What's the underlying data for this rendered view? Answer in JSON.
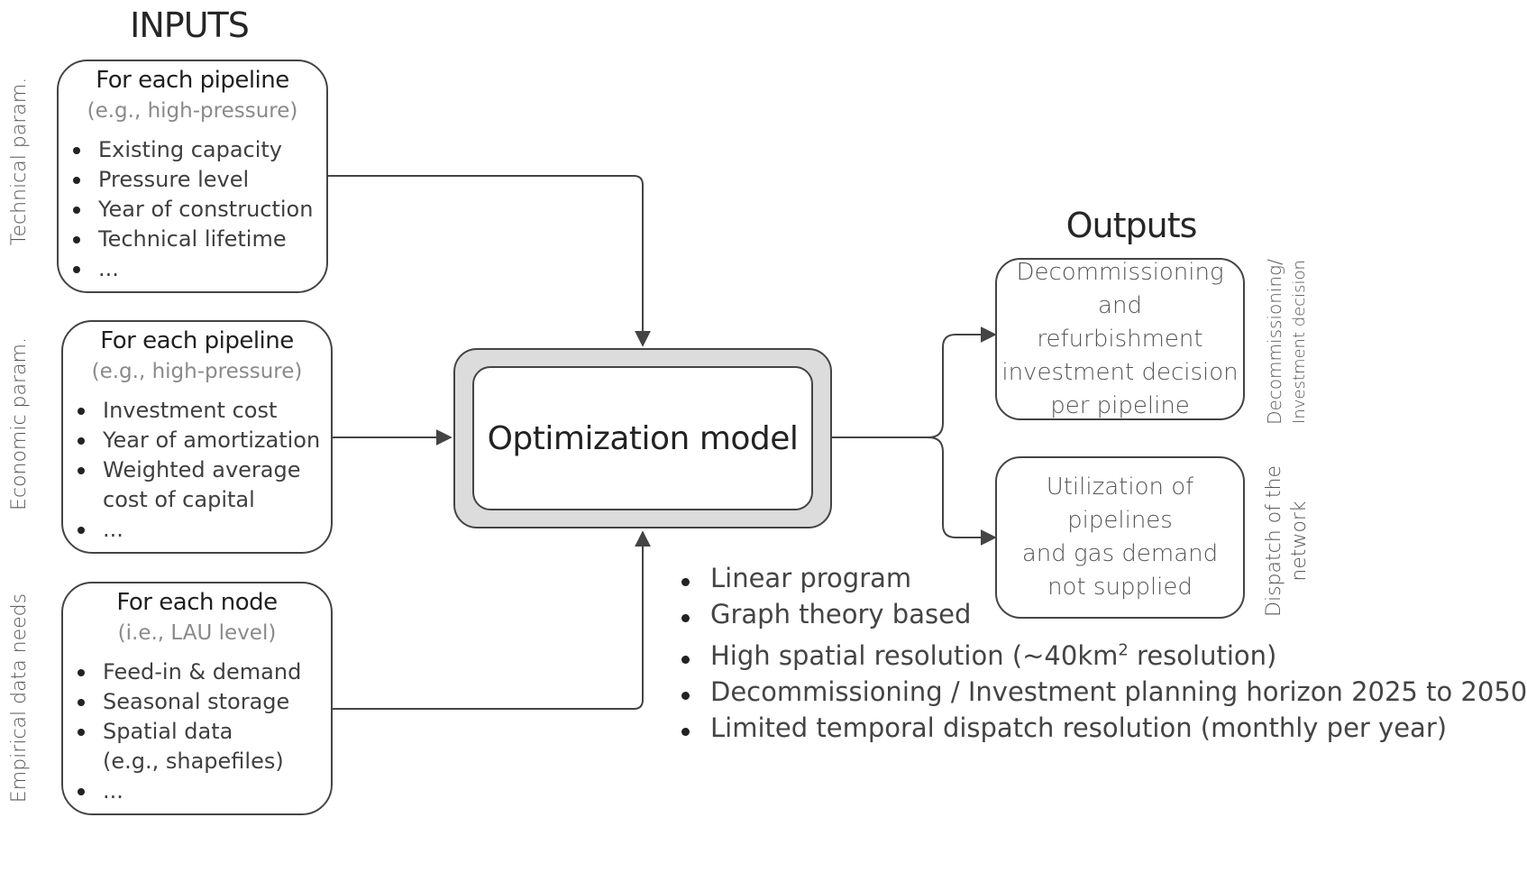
{
  "headings": {
    "inputs": "INPUTS",
    "outputs": "Outputs"
  },
  "side_labels": {
    "technical": "Technical param.",
    "economic": "Economic param.",
    "empirical": "Empirical data needs",
    "decommissioning_line1": "Decommissioning/",
    "decommissioning_line2": "Investment decision",
    "dispatch_line1": "Dispatch of the",
    "dispatch_line2": "network"
  },
  "input_boxes": {
    "technical": {
      "title": "For each pipeline",
      "subtitle": "(e.g., high-pressure)",
      "items": [
        "Existing capacity",
        "Pressure level",
        "Year of construction",
        "Technical lifetime",
        "..."
      ]
    },
    "economic": {
      "title": "For each pipeline",
      "subtitle": "(e.g., high-pressure)",
      "items": [
        "Investment cost",
        "Year of amortization",
        "Weighted average",
        "cost of capital",
        "..."
      ]
    },
    "empirical": {
      "title": "For each node",
      "subtitle": "(i.e., LAU level)",
      "items": [
        "Feed-in & demand",
        "Seasonal storage",
        "Spatial data",
        "(e.g., shapefiles)",
        "..."
      ]
    }
  },
  "model": {
    "label": "Optimization model"
  },
  "output_boxes": {
    "decommissioning": [
      "Decommissioning and",
      "refurbishment",
      "investment decision",
      "per pipeline"
    ],
    "utilization": [
      "Utilization of pipelines",
      "and gas demand",
      "not supplied"
    ]
  },
  "model_features": {
    "f1": "Linear program",
    "f2": "Graph theory based",
    "f3_before": "High spatial resolution (~40km",
    "f3_sup": "2",
    "f3_after": " resolution)",
    "f4": "Decommissioning / Investment planning horizon 2025 to 2050",
    "f5": "Limited temporal dispatch resolution (monthly per year)"
  },
  "colors": {
    "line": "#444444",
    "model_frame": "#dcdcdc",
    "background": "#ffffff"
  }
}
